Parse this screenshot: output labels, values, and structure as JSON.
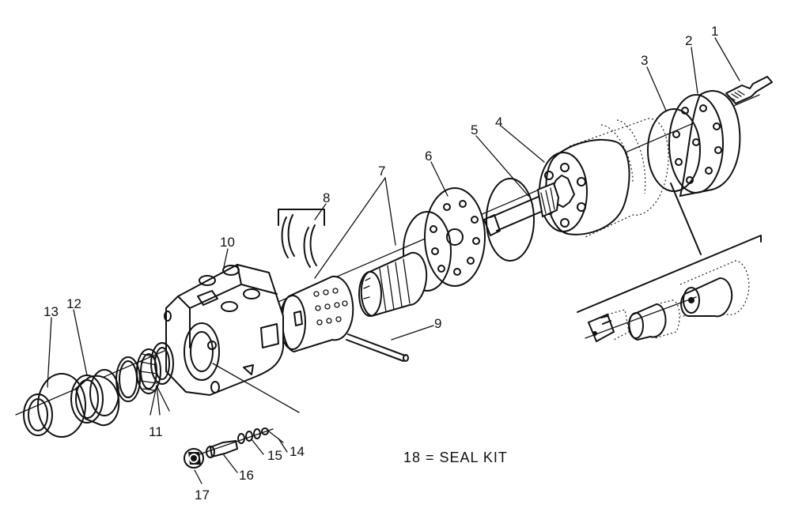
{
  "callouts": [
    {
      "num": "1"
    },
    {
      "num": "2"
    },
    {
      "num": "3"
    },
    {
      "num": "4"
    },
    {
      "num": "5"
    },
    {
      "num": "6"
    },
    {
      "num": "7"
    },
    {
      "num": "8"
    },
    {
      "num": "9"
    },
    {
      "num": "10"
    },
    {
      "num": "11"
    },
    {
      "num": "12"
    },
    {
      "num": "13"
    },
    {
      "num": "14"
    },
    {
      "num": "15"
    },
    {
      "num": "16"
    },
    {
      "num": "17"
    }
  ],
  "note": "18 = SEAL KIT"
}
